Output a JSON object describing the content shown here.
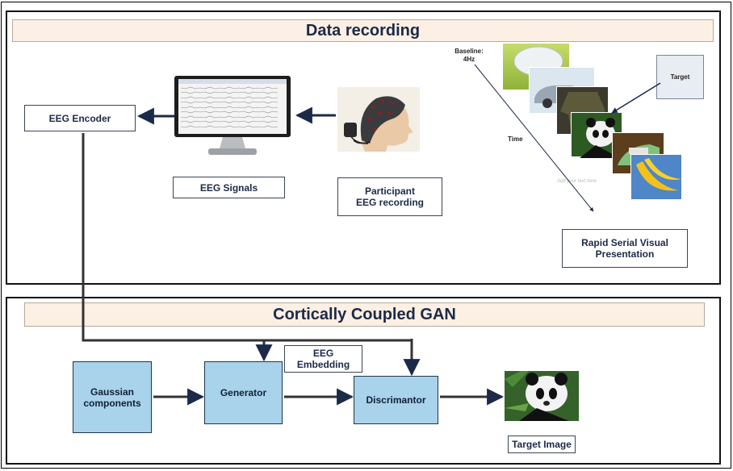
{
  "top_section": {
    "title": "Data recording",
    "encoder_label": "EEG Encoder",
    "signals_label": "EEG Signals",
    "participant_label_line1": "Participant",
    "participant_label_line2": "EEG recording",
    "rsvp_label_line1": "Rapid Serial Visual",
    "rsvp_label_line2": "Presentation",
    "baseline_line1": "Baseline:",
    "baseline_line2": "4Hz",
    "time_label": "Time",
    "target_label": "Target",
    "faint_caption": "Add your text here"
  },
  "bottom_section": {
    "title": "Cortically Coupled GAN",
    "gaussian_line1": "Gaussian",
    "gaussian_line2": "components",
    "generator_label": "Generator",
    "embedding_line1": "EEG",
    "embedding_line2": "Embedding",
    "discriminator_label": "Discrimantor",
    "target_image_label": "Target Image"
  },
  "colors": {
    "title_bar": "#fcefe3",
    "blue_box": "#a9d3ea",
    "arrow": "#1b2a48",
    "text_dark": "#1b2a48"
  }
}
